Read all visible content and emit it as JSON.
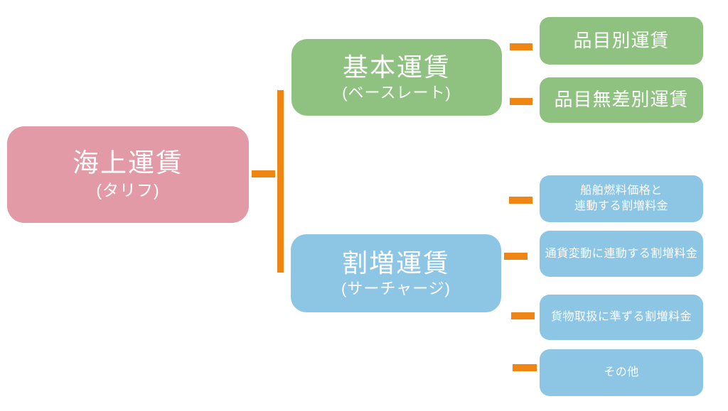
{
  "palette": {
    "pink": "#e29aa6",
    "green": "#8fc180",
    "blue": "#8dc6e5",
    "orange": "#ef8613",
    "text_on_node": "#ffffff",
    "background": "#ffffff"
  },
  "diagram": {
    "root": {
      "title": "海上運賃",
      "subtitle": "(タリフ)"
    },
    "branches": [
      {
        "title": "基本運賃",
        "subtitle": "(ベースレート)"
      },
      {
        "title": "割増運賃",
        "subtitle": "(サーチャージ)"
      }
    ],
    "leaves": [
      {
        "lines": [
          "品目別運賃"
        ]
      },
      {
        "lines": [
          "品目無差別運賃"
        ]
      },
      {
        "lines": [
          "船舶燃料価格と",
          "連動する割増料金"
        ]
      },
      {
        "lines": [
          "通貨変動に連動する割増料金"
        ]
      },
      {
        "lines": [
          "貨物取扱に準ずる割増料金"
        ]
      },
      {
        "lines": [
          "その他"
        ]
      }
    ]
  }
}
